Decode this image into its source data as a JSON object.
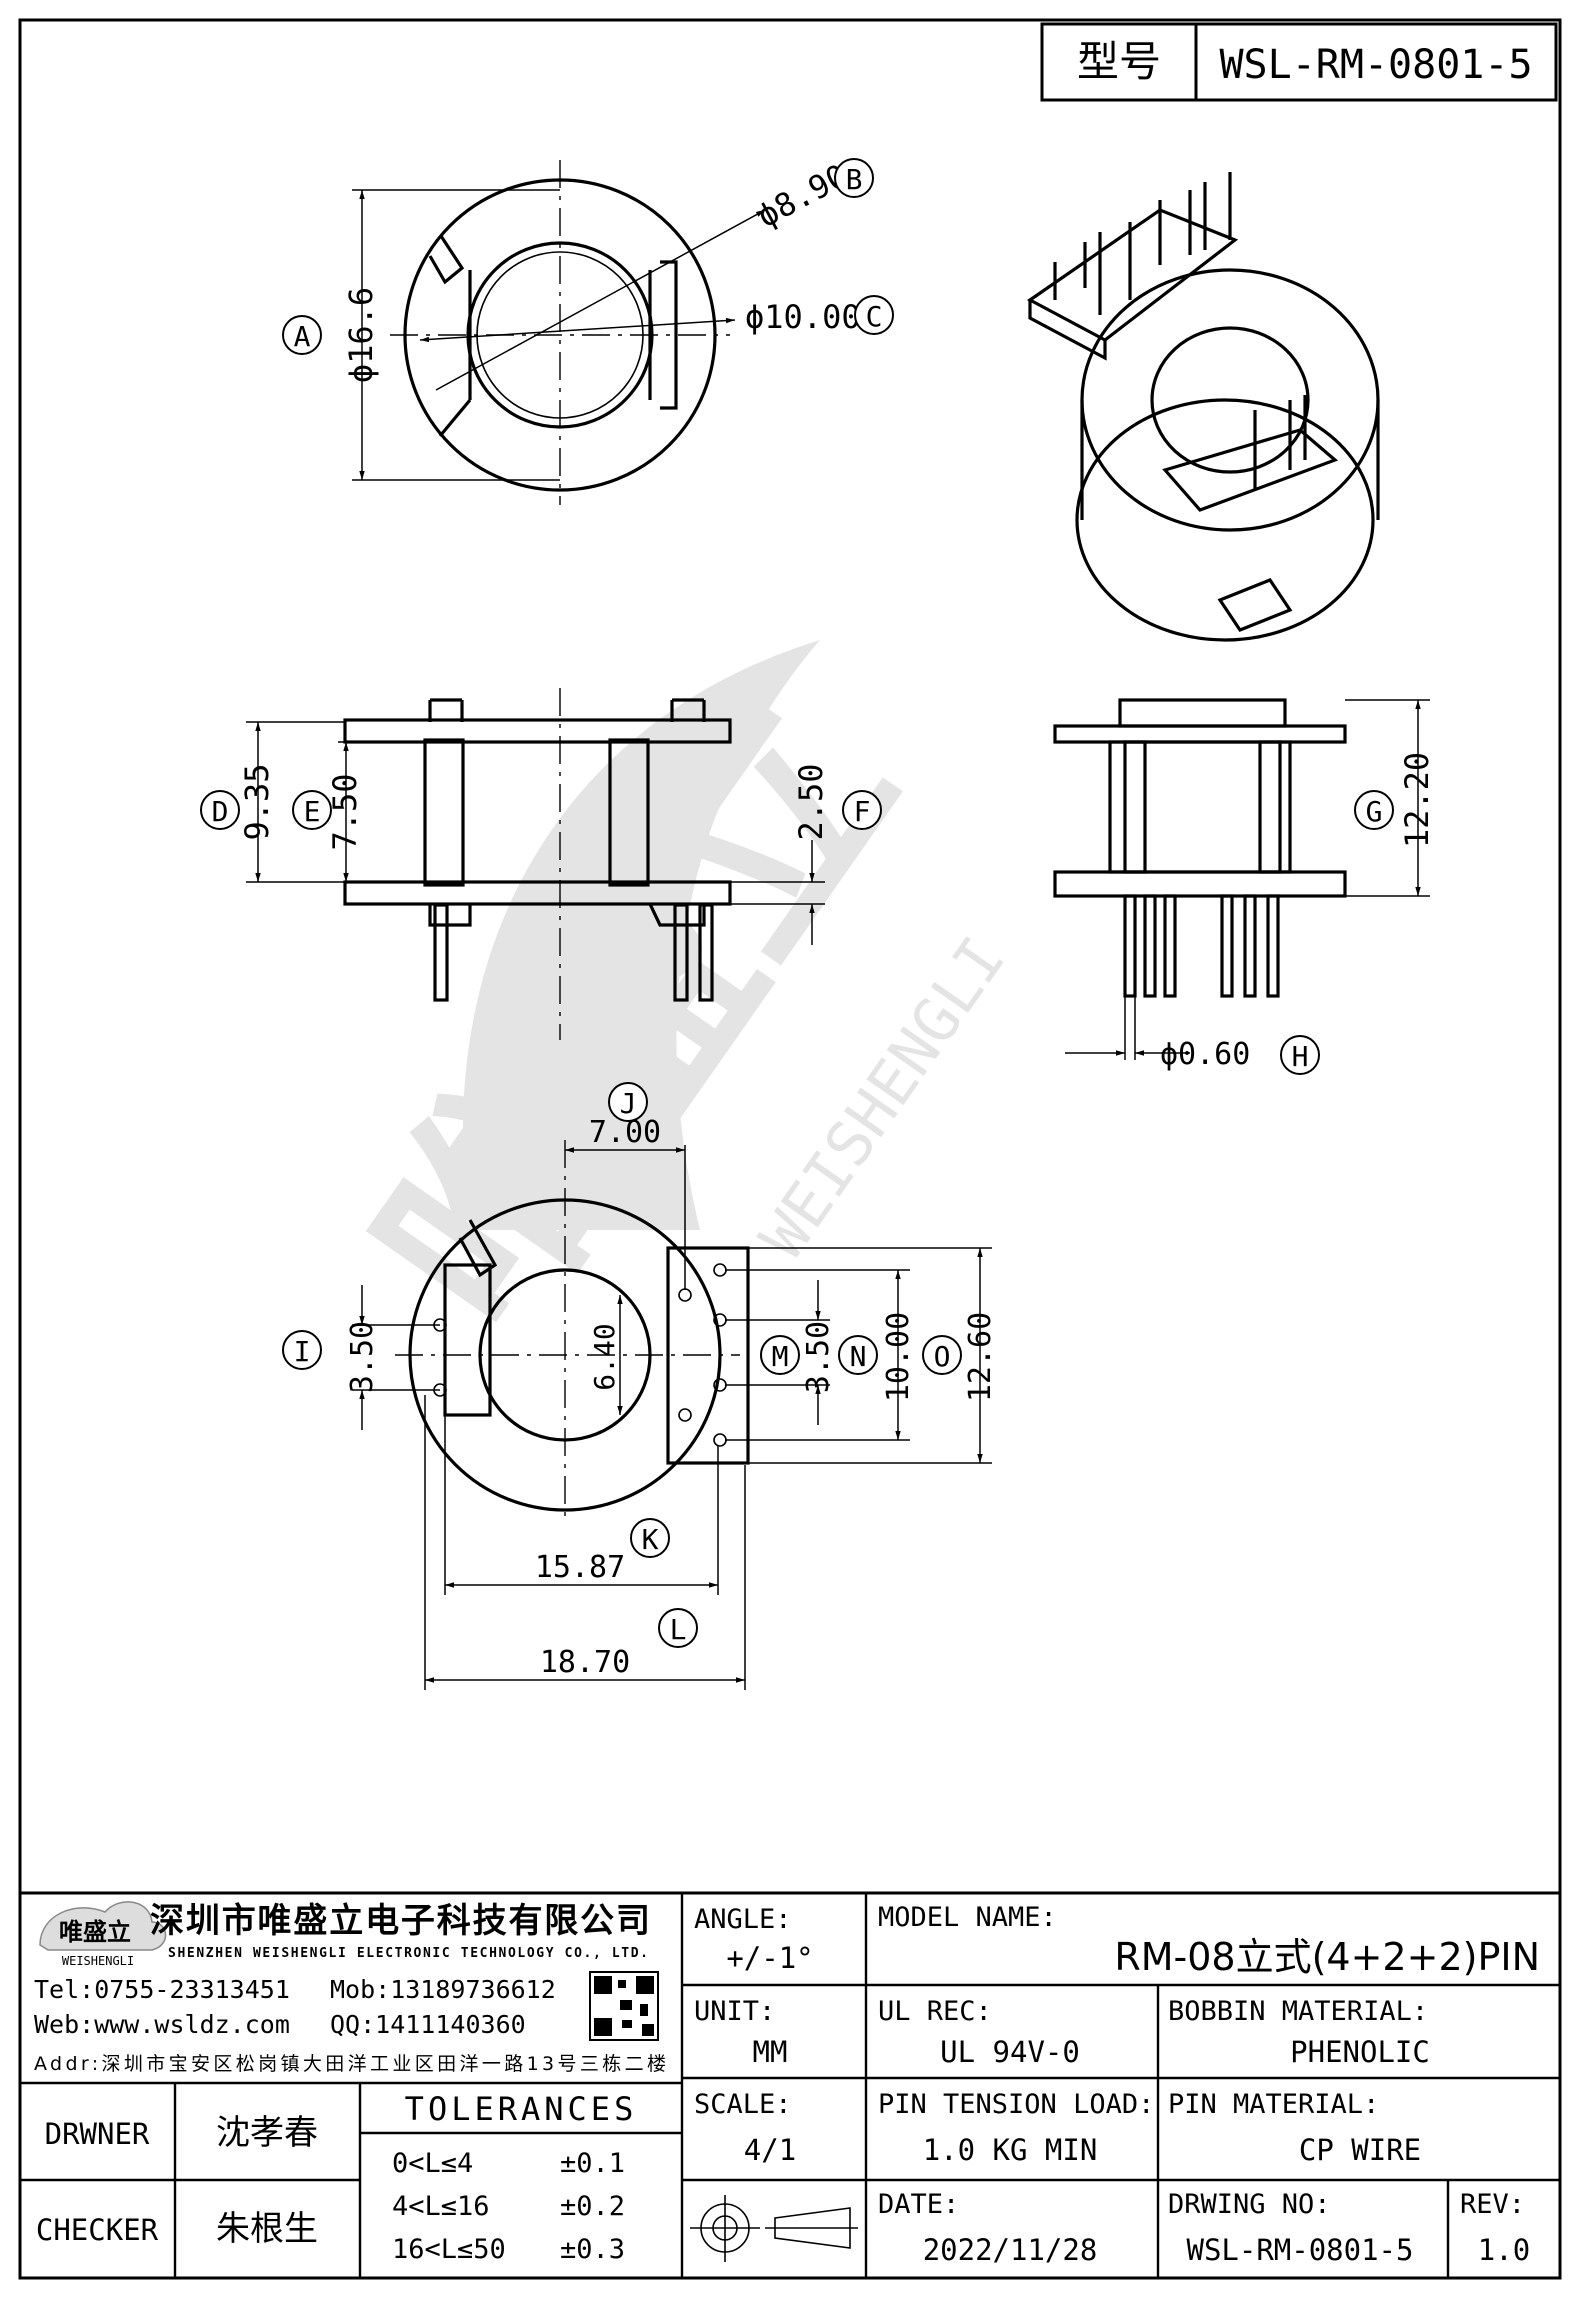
{
  "header": {
    "type_label": "型号",
    "model_code": "WSL-RM-0801-5"
  },
  "watermark": {
    "cn": "唯盛立",
    "en": "WEISHENGLI"
  },
  "dimensions": {
    "d8_90": "ϕ8.90",
    "d10_00": "ϕ10.00",
    "d16_6": "ϕ16.6",
    "d9_35": "9.35",
    "d7_50": "7.50",
    "d2_50": "2.50",
    "d12_20": "12.20",
    "d0_60": "ϕ0.60",
    "d7_00": "7.00",
    "d3_50_left": "3.50",
    "d6_40": "6.40",
    "d3_50_right": "3.50",
    "d10_00_side": "10.00",
    "d12_60": "12.60",
    "d15_87": "15.87",
    "d18_70": "18.70"
  },
  "callouts": {
    "A": "A",
    "B": "B",
    "C": "C",
    "D": "D",
    "E": "E",
    "F": "F",
    "G": "G",
    "H": "H",
    "I": "I",
    "J": "J",
    "K": "K",
    "L": "L",
    "M": "M",
    "N": "N",
    "O": "O"
  },
  "company": {
    "logo_cn": "唯盛立",
    "logo_en": "WEISHENGLI",
    "name_cn": "深圳市唯盛立电子科技有限公司",
    "name_en": "SHENZHEN WEISHENGLI ELECTRONIC TECHNOLOGY CO., LTD.",
    "tel": "Tel:0755-23313451",
    "mob": "Mob:13189736612",
    "web": "Web:www.wsldz.com",
    "qq": "QQ:1411140360",
    "addr": "Addr:深圳市宝安区松岗镇大田洋工业区田洋一路13号三栋二楼"
  },
  "title_block": {
    "angle_label": "ANGLE:",
    "angle_value": "+/-1°",
    "model_name_label": "MODEL NAME:",
    "model_name_value": "RM-08立式(4+2+2)PIN",
    "unit_label": "UNIT:",
    "unit_value": "MM",
    "ul_rec_label": "UL REC:",
    "ul_rec_value": "UL 94V-0",
    "bobbin_material_label": "BOBBIN MATERIAL:",
    "bobbin_material_value": "PHENOLIC",
    "drawer_label": "DRWNER",
    "drawer_value": "沈孝春",
    "checker_label": "CHECKER",
    "checker_value": "朱根生",
    "tolerances_label": "TOLERANCES",
    "tol_rows": [
      {
        "range": "0<L≤4",
        "tol": "±0.1"
      },
      {
        "range": "4<L≤16",
        "tol": "±0.2"
      },
      {
        "range": "16<L≤50",
        "tol": "±0.3"
      }
    ],
    "scale_label": "SCALE:",
    "scale_value": "4/1",
    "pin_tension_label": "PIN TENSION LOAD:",
    "pin_tension_value": "1.0 KG MIN",
    "pin_material_label": "PIN MATERIAL:",
    "pin_material_value": "CP WIRE",
    "date_label": "DATE:",
    "date_value": "2022/11/28",
    "drawing_no_label": "DRWING NO:",
    "drawing_no_value": "WSL-RM-0801-5",
    "rev_label": "REV:",
    "rev_value": "1.0"
  }
}
